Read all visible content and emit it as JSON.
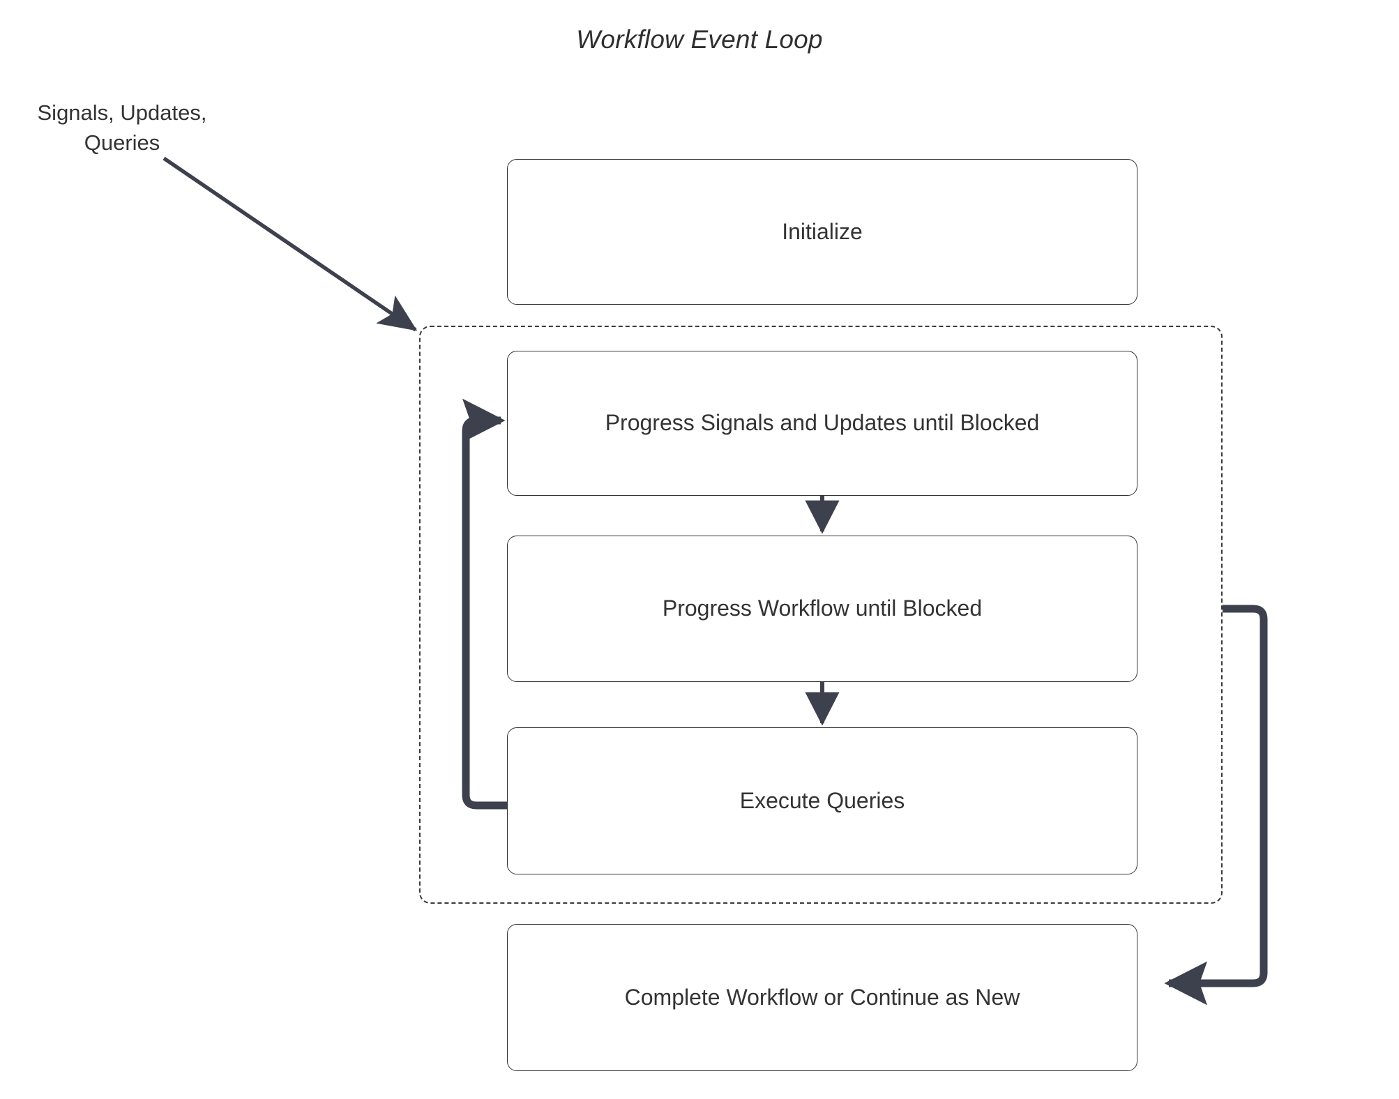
{
  "diagram": {
    "title": "Workflow Event Loop",
    "type": "flowchart",
    "colors": {
      "background": "#ffffff",
      "node_border": "#343434",
      "node_fill": "#ffffff",
      "text": "#333333",
      "connector": "#3c414d",
      "group_border": "#3b3b3b"
    },
    "external_input": {
      "label_line_1": "Signals, Updates,",
      "label_line_2": "Queries"
    },
    "nodes": [
      {
        "id": "initialize",
        "label": "Initialize"
      },
      {
        "id": "progress-su",
        "label": "Progress Signals and Updates until Blocked"
      },
      {
        "id": "progress-wf",
        "label": "Progress Workflow until Blocked"
      },
      {
        "id": "execute-queries",
        "label": "Execute Queries"
      },
      {
        "id": "complete",
        "label": "Complete Workflow or Continue as New"
      }
    ],
    "group": {
      "id": "event-loop-group",
      "style": "dashed",
      "members": [
        "progress-su",
        "progress-wf",
        "execute-queries"
      ]
    },
    "edges": [
      {
        "id": "edge-input-to-loop",
        "from": "Signals, Updates, Queries",
        "to": "event-loop-group",
        "style": "solid-arrow"
      },
      {
        "id": "edge-su-to-wf",
        "from": "progress-su",
        "to": "progress-wf",
        "style": "solid-arrow-down"
      },
      {
        "id": "edge-wf-to-queries",
        "from": "progress-wf",
        "to": "execute-queries",
        "style": "solid-arrow-down"
      },
      {
        "id": "edge-queries-to-su-loop",
        "from": "execute-queries",
        "to": "progress-su",
        "style": "thick-arrow-left-up"
      },
      {
        "id": "edge-loop-to-complete",
        "from": "event-loop-group",
        "to": "complete",
        "style": "thick-arrow-right-down"
      }
    ]
  }
}
